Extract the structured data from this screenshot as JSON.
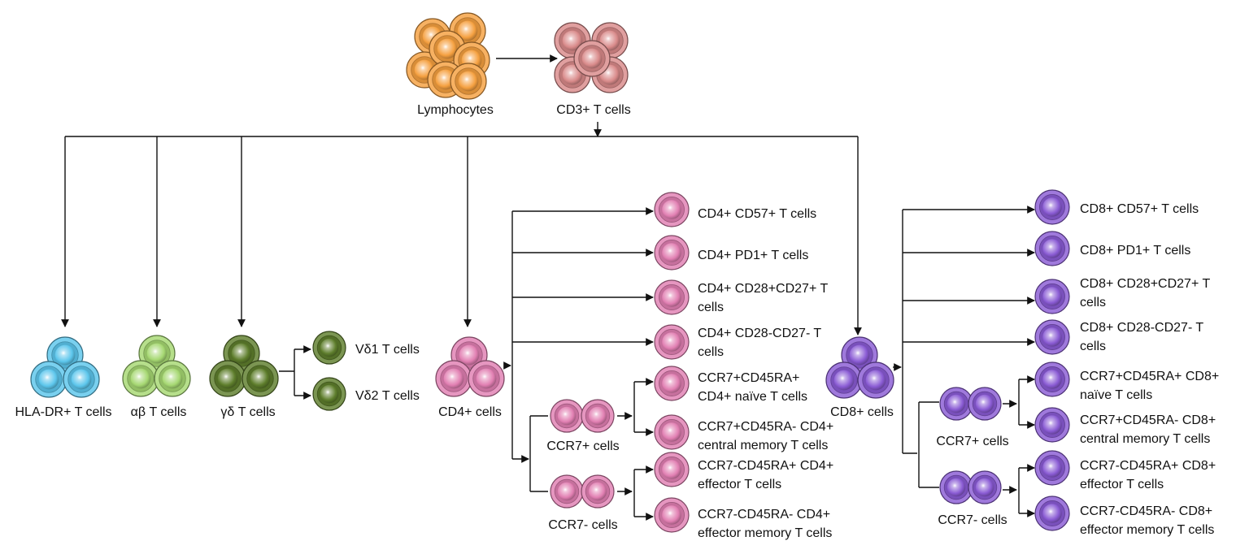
{
  "palette": {
    "orange": "#f5a040",
    "red": "#d98a8a",
    "blue": "#5cc6ec",
    "lightgreen": "#a6d872",
    "darkgreen": "#5e7e2c",
    "pink": "#e17fb2",
    "purple": "#8a5bd4",
    "line": "#111111"
  },
  "nodes": {
    "lymphocytes": "Lymphocytes",
    "cd3": "CD3+ T cells",
    "hla_dr": "HLA-DR+ T cells",
    "ab": "αβ T cells",
    "gd": "γδ T cells",
    "vd1": "Vδ1 T cells",
    "vd2": "Vδ2 T cells",
    "cd4": "CD4+ cells",
    "cd8": "CD8+ cells",
    "cd4_ccr7pos": "CCR7+ cells",
    "cd4_ccr7neg": "CCR7- cells",
    "cd8_ccr7pos": "CCR7+ cells",
    "cd8_ccr7neg": "CCR7- cells"
  },
  "cd4_subsets": [
    [
      "CD4+ CD57+ T cells"
    ],
    [
      "CD4+ PD1+ T cells"
    ],
    [
      "CD4+ CD28+CD27+ T",
      "cells"
    ],
    [
      "CD4+ CD28-CD27- T",
      "cells"
    ],
    [
      "CCR7+CD45RA+",
      "CD4+ naïve T cells"
    ],
    [
      "CCR7+CD45RA- CD4+",
      "central memory T cells"
    ],
    [
      "CCR7-CD45RA+ CD4+",
      "effector T cells"
    ],
    [
      "CCR7-CD45RA- CD4+",
      "effector memory T cells"
    ]
  ],
  "cd8_subsets": [
    [
      "CD8+ CD57+ T cells"
    ],
    [
      "CD8+ PD1+ T cells"
    ],
    [
      "CD8+ CD28+CD27+ T",
      "cells"
    ],
    [
      "CD8+ CD28-CD27- T",
      "cells"
    ],
    [
      "CCR7+CD45RA+ CD8+",
      "naïve T cells"
    ],
    [
      "CCR7+CD45RA- CD8+",
      "central memory T cells"
    ],
    [
      "CCR7-CD45RA+ CD8+",
      "effector T cells"
    ],
    [
      "CCR7-CD45RA- CD8+",
      "effector memory T cells"
    ]
  ]
}
